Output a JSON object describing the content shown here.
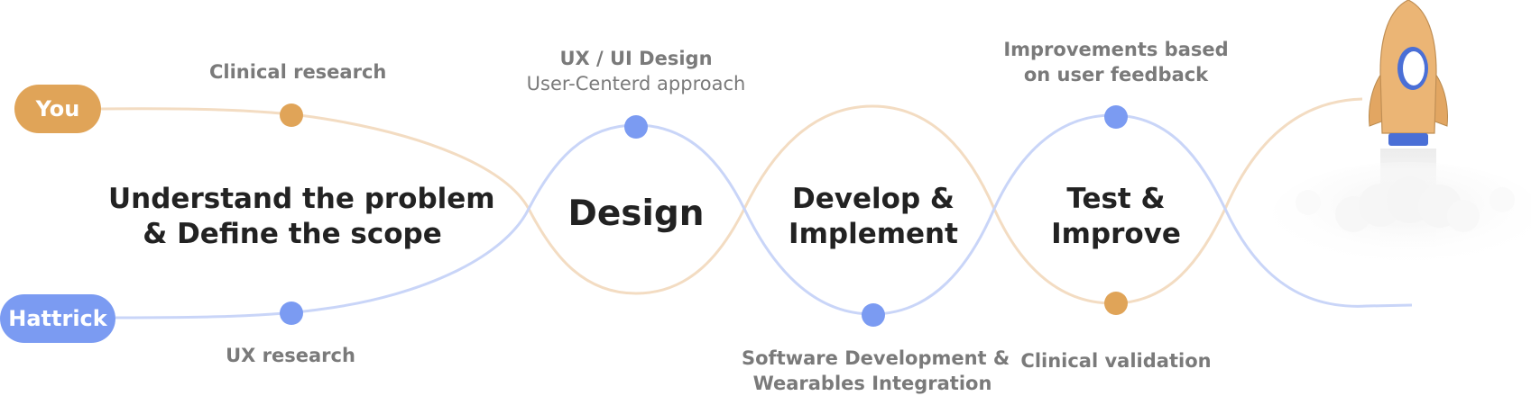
{
  "actors": {
    "you": "You",
    "hattrick": "Hattrick"
  },
  "stages": {
    "understand": {
      "line1": "Understand the problem",
      "line2": "& Define the scope",
      "top_label": "Clinical research",
      "bottom_label": "UX research"
    },
    "design": {
      "title": "Design",
      "top_label_1": "UX / UI Design",
      "top_label_2": "User-Centerd approach"
    },
    "develop": {
      "line1": "Develop &",
      "line2": "Implement",
      "bottom_label_1": "Software Development &",
      "bottom_label_2": "Wearables Integration"
    },
    "test": {
      "line1": "Test &",
      "line2": "Improve",
      "top_label_1": "Improvements based",
      "top_label_2": "on user feedback",
      "bottom_label": "Clinical validation"
    }
  },
  "colors": {
    "orange": "#e0a458",
    "orange_line": "#f3dcc2",
    "blue": "#7b9bf2",
    "blue_line": "#c9d5f8",
    "rocket_body": "#ebb575",
    "rocket_accent": "#4a6fd6"
  },
  "icons": [
    "rocket-icon",
    "smoke-cloud"
  ]
}
